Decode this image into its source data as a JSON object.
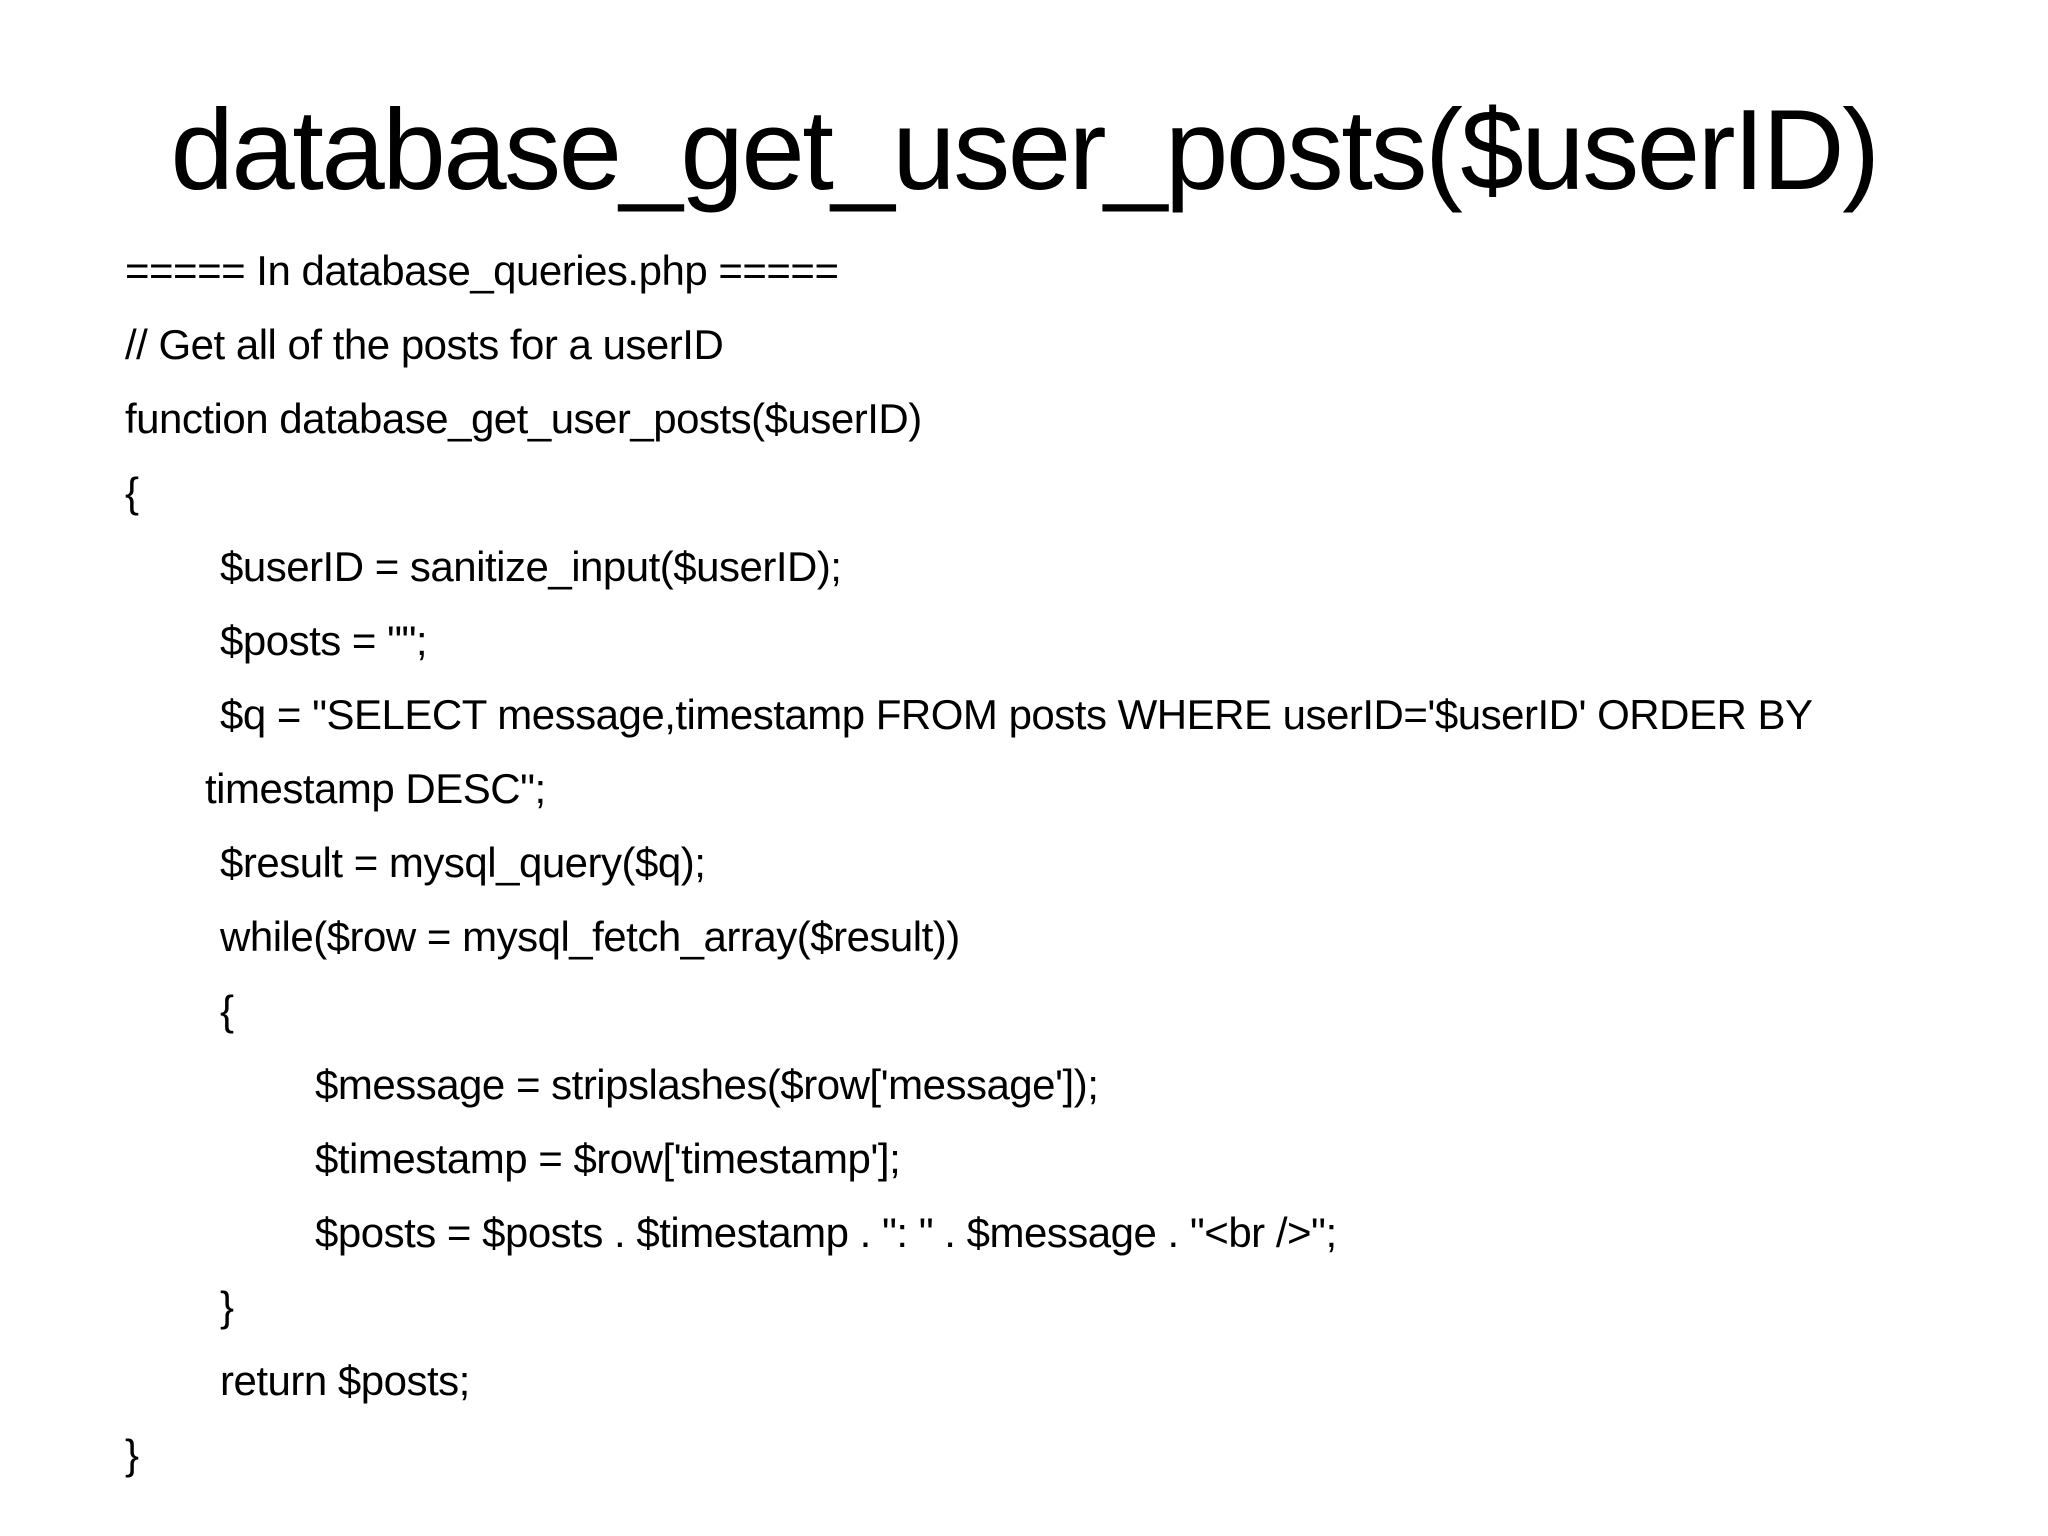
{
  "slide": {
    "colors": {
      "background": "#ffffff",
      "text": "#000000"
    },
    "title": "database_get_user_posts($userID)",
    "code_lines": [
      {
        "indent": 0,
        "text": "===== In database_queries.php ====="
      },
      {
        "indent": 0,
        "text": "// Get all of the posts for a userID"
      },
      {
        "indent": 0,
        "text": "function database_get_user_posts($userID)"
      },
      {
        "indent": 0,
        "text": "{"
      },
      {
        "indent": 1,
        "text": "$userID = sanitize_input($userID);"
      },
      {
        "indent": 1,
        "text": "$posts = \"\";"
      },
      {
        "indent": 1,
        "text": "$q = \"SELECT message,timestamp FROM posts WHERE userID='$userID' ORDER BY"
      },
      {
        "indent": "wrap",
        "text": "timestamp DESC\";"
      },
      {
        "indent": 1,
        "text": "$result = mysql_query($q);"
      },
      {
        "indent": 1,
        "text": "while($row = mysql_fetch_array($result))"
      },
      {
        "indent": 1,
        "text": "{"
      },
      {
        "indent": 2,
        "text": "$message = stripslashes($row['message']);"
      },
      {
        "indent": 2,
        "text": "$timestamp = $row['timestamp'];"
      },
      {
        "indent": 2,
        "text": "$posts = $posts . $timestamp . \": \" . $message . \"<br />\";"
      },
      {
        "indent": 1,
        "text": "}"
      },
      {
        "indent": 1,
        "text": "return $posts;"
      },
      {
        "indent": 0,
        "text": "}"
      }
    ]
  }
}
